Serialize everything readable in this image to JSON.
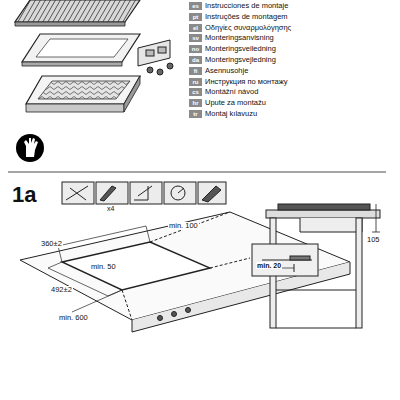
{
  "diagram": {
    "labels": [
      "Instrucciones de montaje",
      "Instruções de montagem",
      "Οδηγίες συναρμολόγησης",
      "Monteringsanvisning",
      "Monteringsveiledning",
      "Monteringsvejledning",
      "Asennusohje",
      "Инструкция по монтажу",
      "Montážní návod",
      "Upute za montažu",
      "Montaj kılavuzu",
      "es",
      "pt",
      "el",
      "sv",
      "no",
      "da",
      "fi",
      "ru",
      "cs",
      "hr",
      "tr",
      "1a",
      "x4",
      "360±2",
      "min. 100",
      "min. 50",
      "492±2",
      "min. 600",
      "min. 20",
      "105"
    ]
  }
}
